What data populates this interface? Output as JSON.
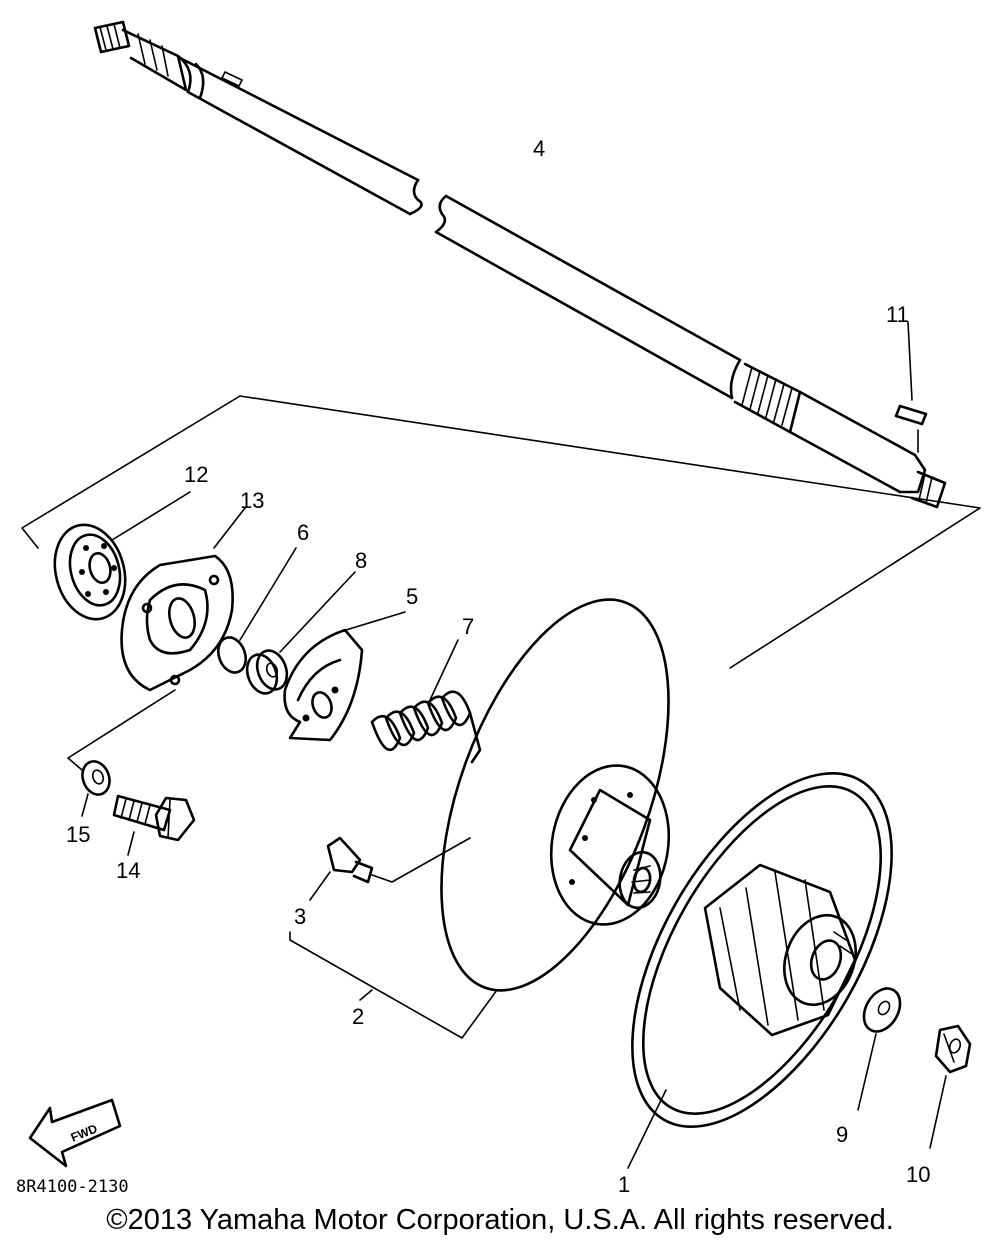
{
  "diagram": {
    "part_numbers": [
      "1",
      "2",
      "3",
      "4",
      "5",
      "6",
      "7",
      "8",
      "9",
      "10",
      "11",
      "12",
      "13",
      "14",
      "15"
    ],
    "diagram_code": "8R4100-2130",
    "fwd_label": "FWD",
    "copyright": "©2013 Yamaha Motor Corporation, U.S.A. All rights reserved."
  },
  "icons": {
    "direction": "fwd-arrow-icon"
  }
}
